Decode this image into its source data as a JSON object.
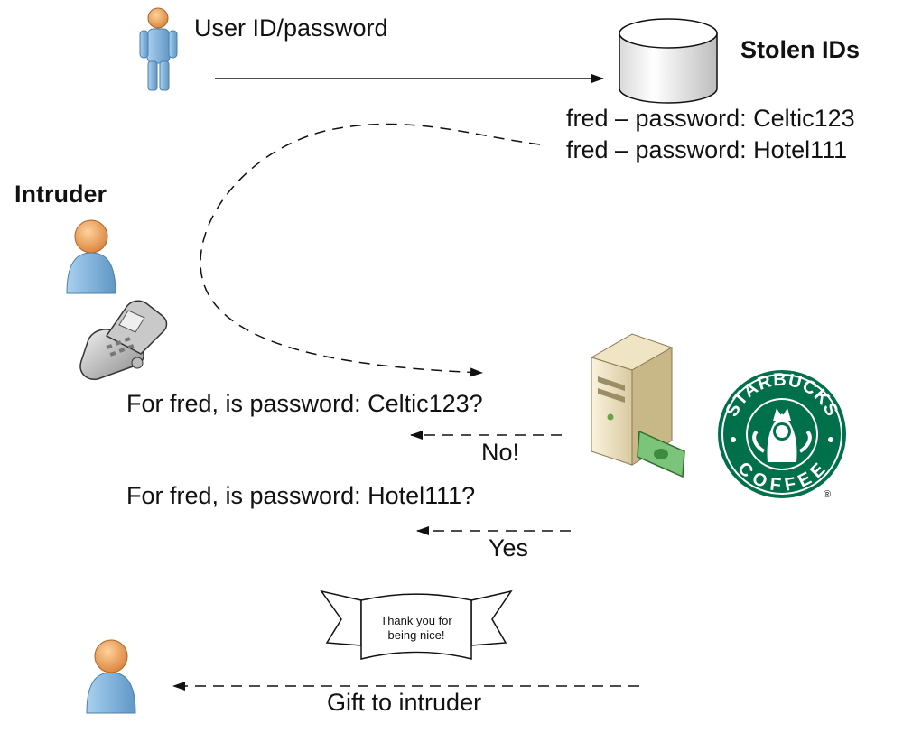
{
  "labels": {
    "user_credentials": "User ID/password",
    "stolen_ids_title": "Stolen IDs",
    "stolen_row_1": "fred – password: Celtic123",
    "stolen_row_2": "fred – password: Hotel111",
    "intruder_title": "Intruder",
    "query_1": "For fred, is password: Celtic123?",
    "reply_1": "No!",
    "query_2": "For fred, is password: Hotel111?",
    "reply_2": "Yes",
    "gift": "Gift to intruder",
    "banner_line_1": "Thank you for",
    "banner_line_2": "being nice!"
  },
  "logo": {
    "top_text": "STARBUCKS",
    "bottom_text": "COFFEE",
    "brand_color": "#00704a",
    "registered": "®"
  },
  "icons": [
    "user-figure-icon",
    "database-icon",
    "person-icon",
    "mobile-phone-icon",
    "server-tower-icon",
    "cash-bill-icon",
    "banner-icon",
    "starbucks-logo"
  ],
  "colors": {
    "person_body": "#7fb3dc",
    "person_head": "#f0a35a",
    "line": "#111111"
  }
}
